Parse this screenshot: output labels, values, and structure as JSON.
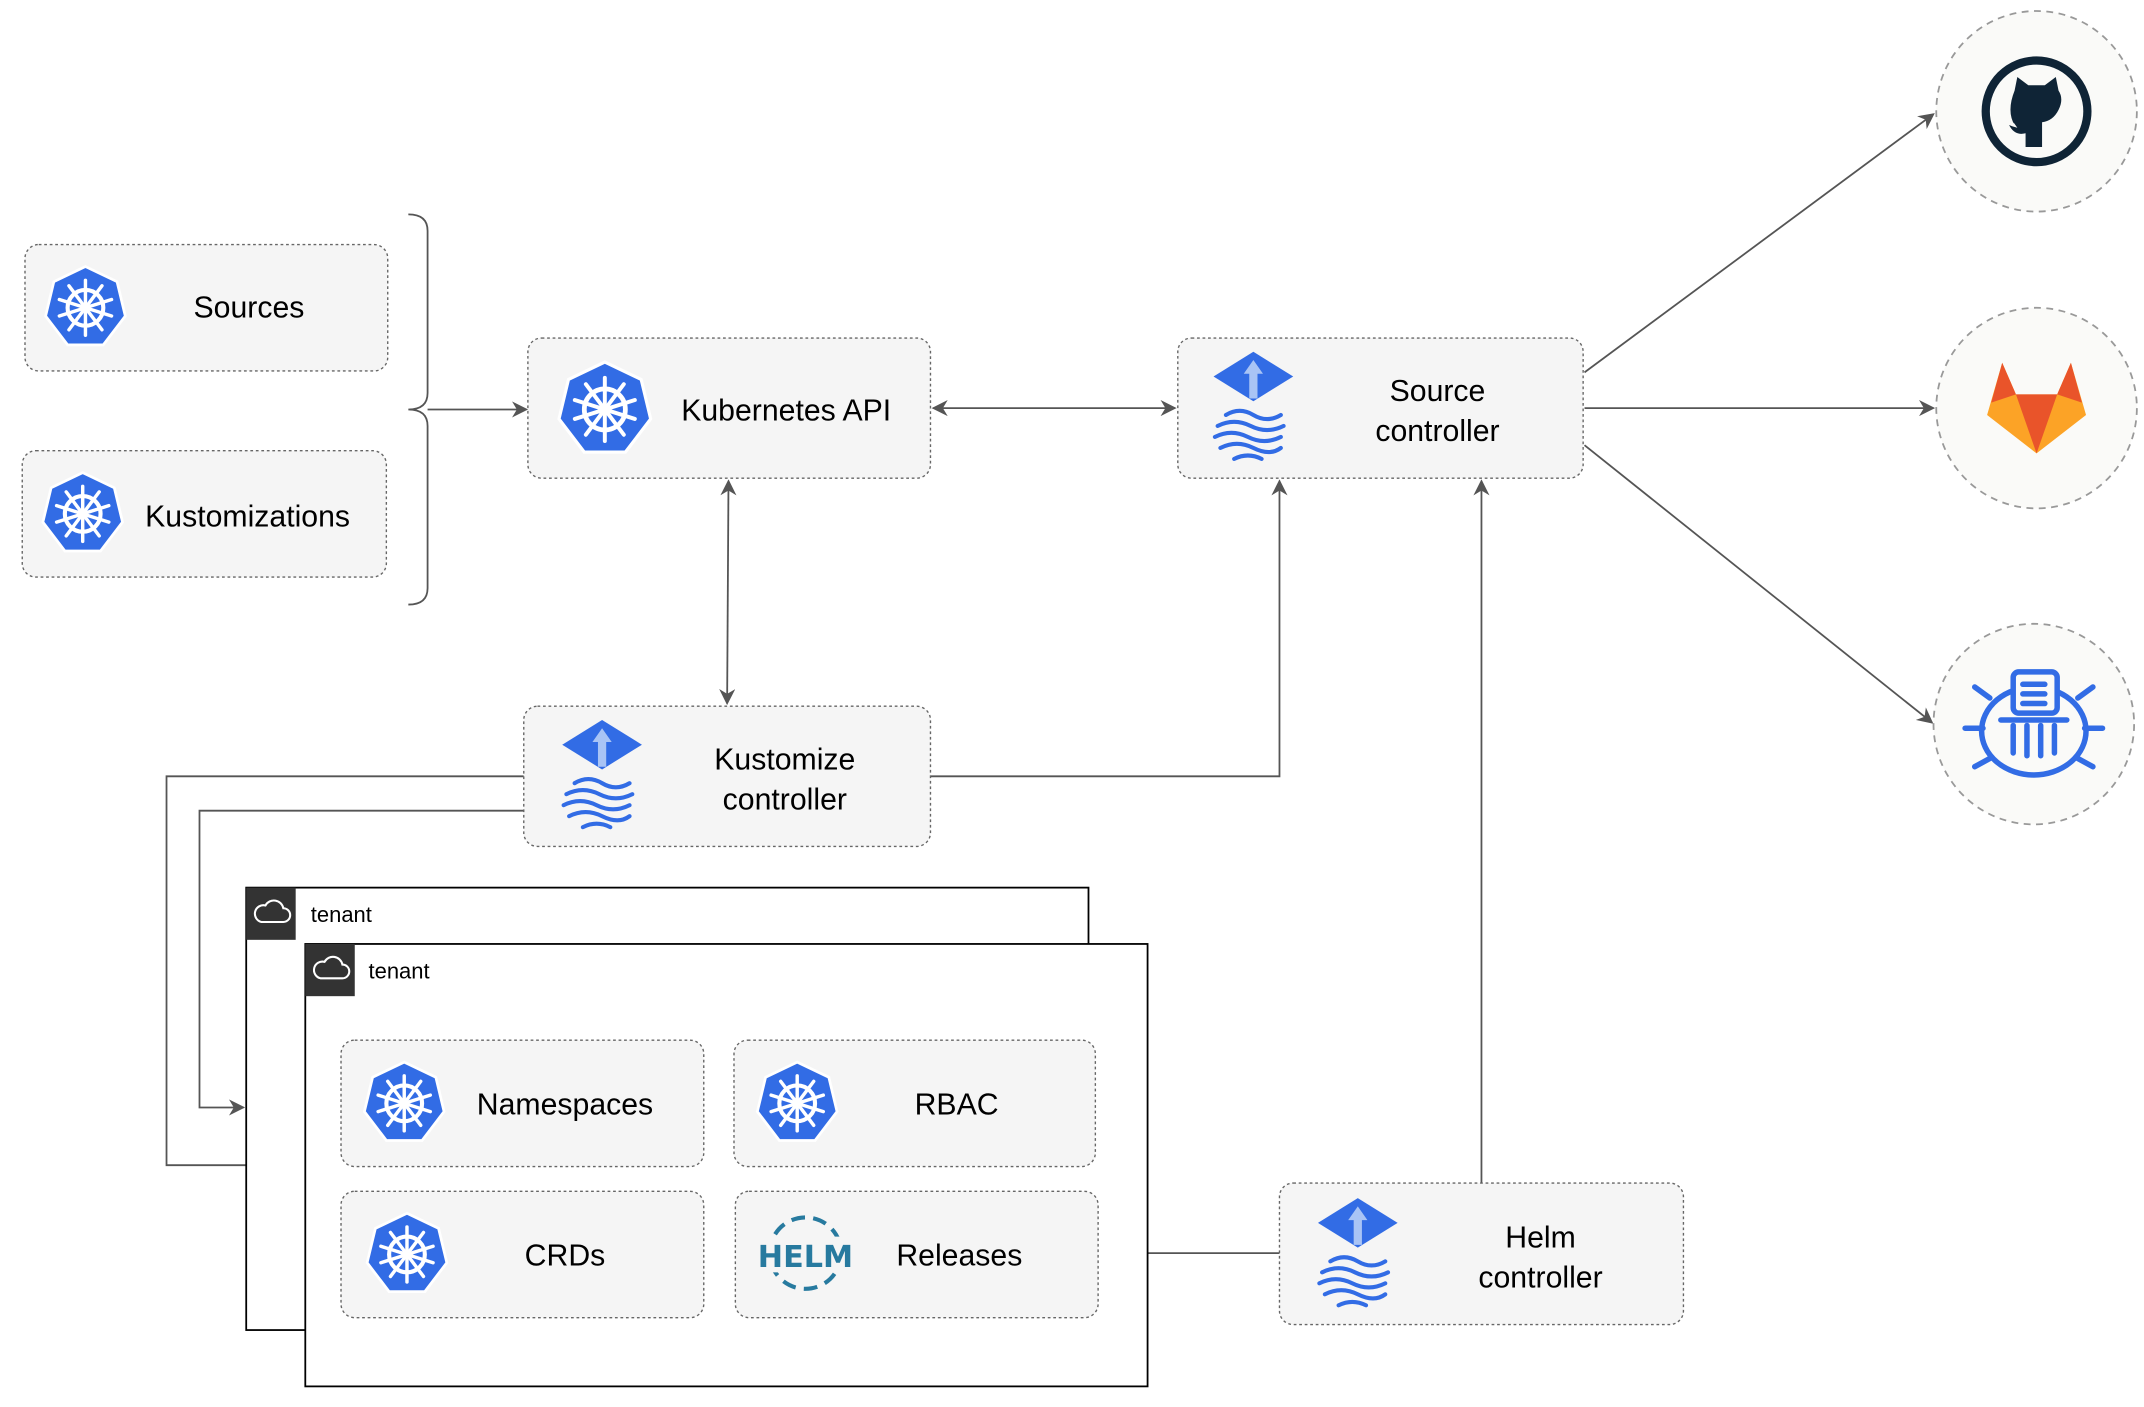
{
  "nodes": {
    "sources": "Sources",
    "kustomizations": "Kustomizations",
    "kubernetes_api": "Kubernetes API",
    "source_controller": [
      "Source",
      "controller"
    ],
    "kustomize_controller": [
      "Kustomize",
      "controller"
    ],
    "helm_controller": [
      "Helm",
      "controller"
    ],
    "namespaces": "Namespaces",
    "rbac": "RBAC",
    "crds": "CRDs",
    "releases": "Releases"
  },
  "tenants": [
    "tenant",
    "tenant"
  ],
  "helm_logo_text": "HELM",
  "external_sources": [
    "github-icon",
    "gitlab-icon",
    "helm-repository-icon"
  ],
  "colors": {
    "k8s_blue": "#326ce5",
    "github": "#0f2436",
    "gitlab_red": "#e9542a",
    "gitlab_orange": "#fca326",
    "helm_blue": "#277a9f"
  }
}
